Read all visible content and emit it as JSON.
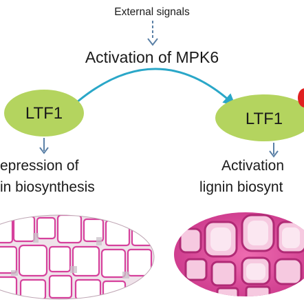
{
  "diagram": {
    "external_signals": "External signals",
    "activation_of_mpk6": "Activation of MPK6",
    "left_node_label": "LTF1",
    "right_node_label": "LTF1",
    "left_outcome_line1": "epression of",
    "left_outcome_line2": "in biosynthesis",
    "right_outcome_line1": "Activation",
    "right_outcome_line2": "lignin biosynt"
  },
  "colors": {
    "node_fill": "#b4d45f",
    "main_arrow": "#2aa7c8",
    "small_arrow": "#5a80a6",
    "phospho_dot": "#e02020",
    "tissue_left_base": "#efe3ea",
    "tissue_left_wall": "#d6419c",
    "tissue_right_base": "#e04a9a",
    "tissue_right_cell": "#f6c9e0"
  },
  "icons": {
    "left_tissue": "lignin-tissue-section-low-icon",
    "right_tissue": "lignin-tissue-section-high-icon",
    "phospho_marker": "phosphorylation-dot-icon"
  }
}
